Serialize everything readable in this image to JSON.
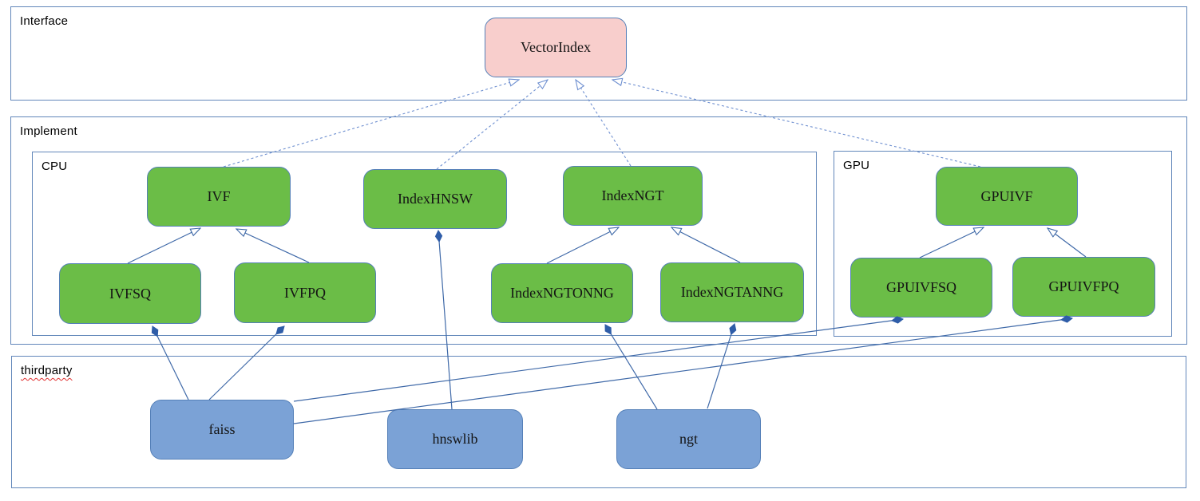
{
  "diagram": {
    "title_note": "Vector index class architecture diagram",
    "containers": {
      "interface": {
        "label": "Interface"
      },
      "implement": {
        "label": "Implement"
      },
      "cpu": {
        "label": "CPU"
      },
      "gpu": {
        "label": "GPU"
      },
      "thirdparty": {
        "label": "thirdparty"
      }
    },
    "nodes": {
      "vectorindex": {
        "label": "VectorIndex",
        "fill": "#f8cecc"
      },
      "ivf": {
        "label": "IVF",
        "fill": "#6bbd47"
      },
      "indexhnsw": {
        "label": "IndexHNSW",
        "fill": "#6bbd47"
      },
      "indexngt": {
        "label": "IndexNGT",
        "fill": "#6bbd47"
      },
      "gpuivf": {
        "label": "GPUIVF",
        "fill": "#6bbd47"
      },
      "ivfsq": {
        "label": "IVFSQ",
        "fill": "#6bbd47"
      },
      "ivfpq": {
        "label": "IVFPQ",
        "fill": "#6bbd47"
      },
      "indexngtonng": {
        "label": "IndexNGTONNG",
        "fill": "#6bbd47"
      },
      "indexngtanng": {
        "label": "IndexNGTANNG",
        "fill": "#6bbd47"
      },
      "gpuivfsq": {
        "label": "GPUIVFSQ",
        "fill": "#6bbd47"
      },
      "gpuivfpq": {
        "label": "GPUIVFPQ",
        "fill": "#6bbd47"
      },
      "faiss": {
        "label": "faiss",
        "fill": "#7ba2d6"
      },
      "hnswlib": {
        "label": "hnswlib",
        "fill": "#7ba2d6"
      },
      "ngt": {
        "label": "ngt",
        "fill": "#7ba2d6"
      }
    },
    "edges": [
      {
        "from": "IVF",
        "to": "VectorIndex",
        "type": "realization-dashed-hollow-arrow"
      },
      {
        "from": "IndexHNSW",
        "to": "VectorIndex",
        "type": "realization-dashed-hollow-arrow"
      },
      {
        "from": "IndexNGT",
        "to": "VectorIndex",
        "type": "realization-dashed-hollow-arrow"
      },
      {
        "from": "GPUIVF",
        "to": "VectorIndex",
        "type": "realization-dashed-hollow-arrow"
      },
      {
        "from": "IVFSQ",
        "to": "IVF",
        "type": "generalization-hollow-arrow"
      },
      {
        "from": "IVFPQ",
        "to": "IVF",
        "type": "generalization-hollow-arrow"
      },
      {
        "from": "IndexNGTONNG",
        "to": "IndexNGT",
        "type": "generalization-hollow-arrow"
      },
      {
        "from": "IndexNGTANNG",
        "to": "IndexNGT",
        "type": "generalization-hollow-arrow"
      },
      {
        "from": "GPUIVFSQ",
        "to": "GPUIVF",
        "type": "generalization-hollow-arrow"
      },
      {
        "from": "GPUIVFPQ",
        "to": "GPUIVF",
        "type": "generalization-hollow-arrow"
      },
      {
        "from": "faiss",
        "to": "IVFSQ",
        "type": "composition-filled-diamond"
      },
      {
        "from": "faiss",
        "to": "IVFPQ",
        "type": "composition-filled-diamond"
      },
      {
        "from": "faiss",
        "to": "GPUIVFSQ",
        "type": "composition-filled-diamond"
      },
      {
        "from": "faiss",
        "to": "GPUIVFPQ",
        "type": "composition-filled-diamond"
      },
      {
        "from": "hnswlib",
        "to": "IndexHNSW",
        "type": "composition-filled-diamond"
      },
      {
        "from": "ngt",
        "to": "IndexNGTONNG",
        "type": "composition-filled-diamond"
      },
      {
        "from": "ngt",
        "to": "IndexNGTANNG",
        "type": "composition-filled-diamond"
      }
    ],
    "colors": {
      "green_node_fill": "#6bbd47",
      "pink_node_fill": "#f8cecc",
      "blue_node_fill": "#7ba2d6",
      "node_border": "#5580b8",
      "container_border": "#6287ba",
      "edge_solid": "#3f69a8",
      "edge_dashed": "#6e8fd0",
      "diamond_fill": "#2f5da8",
      "spellcheck_squiggle": "#e03030"
    }
  }
}
